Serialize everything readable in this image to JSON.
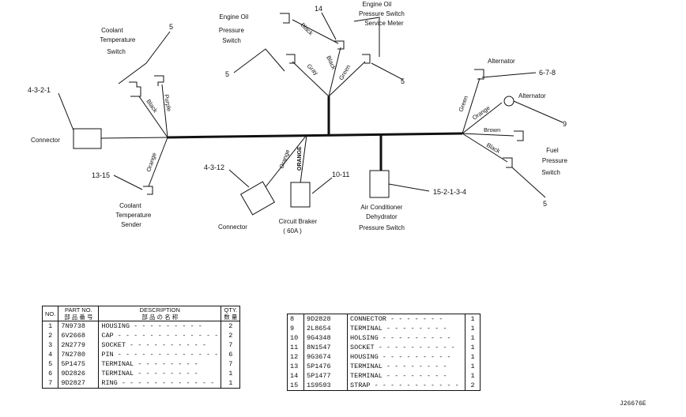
{
  "components": {
    "coolant_temp_switch": [
      "Coolant",
      "Temperature",
      "Switch"
    ],
    "engine_oil_pressure_switch": [
      "Engine Oil",
      "Pressure",
      "Switch"
    ],
    "engine_oil_pressure_switch_meter": [
      "Engine Oil",
      "Pressure Switch",
      "Service Meter"
    ],
    "alternator_1": "Alternator",
    "alternator_2": "Alternator",
    "connector_left": "Connector",
    "connector_bottom": "Connector",
    "coolant_temp_sender": [
      "Coolant",
      "Temperature",
      "Sender"
    ],
    "circuit_breaker": [
      "Circuit Braker",
      "( 60A )"
    ],
    "ac_dehydrator": [
      "Air Conditioner",
      "Dehydrator",
      "Pressure Switch"
    ],
    "fuel_pressure_switch": [
      "Fuel",
      "Pressure",
      "Switch"
    ]
  },
  "wires": {
    "black_1": "Black",
    "purple": "Purple",
    "black_2": "Black",
    "gray": "Gray",
    "black_3": "Black",
    "green_1": "Green",
    "green_2": "Green",
    "orange_1": "Orange",
    "brown": "Brown",
    "black_4": "Black",
    "orange_2": "Orange",
    "orange_3": "Orange",
    "orange_4": "ORANGE"
  },
  "refs": {
    "r_4321": "4-3-2-1",
    "r_5_a": "5",
    "r_5_b": "5",
    "r_14": "14",
    "r_5_c": "5",
    "r_678": "6-7-8",
    "r_9": "9",
    "r_1315": "13-15",
    "r_4312": "4-3-12",
    "r_1011": "10-11",
    "r_152134": "15-2-1-3-4",
    "r_5_d": "5"
  },
  "table1": {
    "headers": {
      "no": "NO.",
      "part_no": "PART NO.",
      "part_no_jp": "部 品 番 号",
      "description": "DESCRIPTION",
      "description_jp": "部 品 の 名 称",
      "qty": "QTY.",
      "qty_jp": "数 量"
    },
    "rows": [
      {
        "no": "1",
        "part": "7N9738",
        "desc": "HOUSING",
        "qty": "2"
      },
      {
        "no": "2",
        "part": "6V2668",
        "desc": "CAP",
        "qty": "2"
      },
      {
        "no": "3",
        "part": "2N2779",
        "desc": "SOCKET",
        "qty": "7"
      },
      {
        "no": "4",
        "part": "7N2780",
        "desc": "PIN",
        "qty": "6"
      },
      {
        "no": "5",
        "part": "5P1475",
        "desc": "TERMINAL",
        "qty": "7"
      },
      {
        "no": "6",
        "part": "9D2826",
        "desc": "TERMINAL",
        "qty": "1"
      },
      {
        "no": "7",
        "part": "9D2827",
        "desc": "RING",
        "qty": "1"
      }
    ]
  },
  "table2": {
    "rows": [
      {
        "no": "8",
        "part": "9D2828",
        "desc": "CONNECTOR",
        "qty": "1"
      },
      {
        "no": "9",
        "part": "2L8654",
        "desc": "TERMINAL",
        "qty": "1"
      },
      {
        "no": "10",
        "part": "9G4348",
        "desc": "HOLSING",
        "qty": "1"
      },
      {
        "no": "11",
        "part": "8N1547",
        "desc": "SOCKET",
        "qty": "1"
      },
      {
        "no": "12",
        "part": "9G3674",
        "desc": "HOUSING",
        "qty": "1"
      },
      {
        "no": "13",
        "part": "5P1476",
        "desc": "TERMINAL",
        "qty": "1"
      },
      {
        "no": "14",
        "part": "5P1477",
        "desc": "TERMINAL",
        "qty": "1"
      },
      {
        "no": "15",
        "part": "1S9593",
        "desc": "STRAP",
        "qty": "2"
      }
    ]
  },
  "figure_id": "J26676E"
}
